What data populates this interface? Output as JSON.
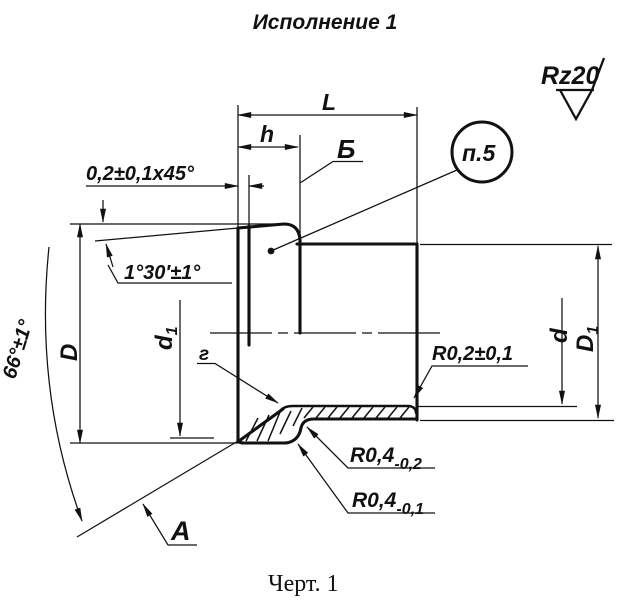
{
  "page": {
    "title": "Исполнение 1",
    "caption": "Черт. 1"
  },
  "surface_finish": {
    "label": "Rz20"
  },
  "callout": {
    "label": "п.5"
  },
  "labels": {
    "step_face": "Б",
    "cone_surface": "А",
    "fillet": "г"
  },
  "dimensions": {
    "length": "L",
    "flange_width": "h",
    "chamfer": "0,2±0,1x45°",
    "taper_angle": "1°30′±1°",
    "cone_angle": "66°±1°",
    "flange_diameter": "D",
    "bore_cone_diameter": {
      "base": "d",
      "sub": "1"
    },
    "bore_diameter": "d",
    "tube_diameter": {
      "base": "D",
      "sub": "1"
    },
    "corner_radius": "R0,2±0,1",
    "bend_radius_upper": {
      "base": "R0,4",
      "sub": "-0,2"
    },
    "bend_radius_lower": {
      "base": "R0,4",
      "sub": "-0,1"
    }
  },
  "colors": {
    "ink": "#111111",
    "paper": "#ffffff"
  }
}
